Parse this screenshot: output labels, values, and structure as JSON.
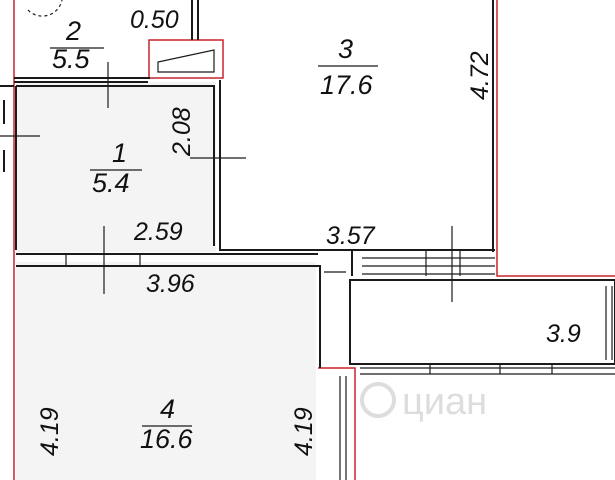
{
  "rooms": [
    {
      "id": "1",
      "area": "5.4"
    },
    {
      "id": "2",
      "area": "5.5"
    },
    {
      "id": "3",
      "area": "17.6"
    },
    {
      "id": "4",
      "area": "16.6"
    }
  ],
  "dimensions": {
    "d050": "0.50",
    "d208": "2.08",
    "d472": "4.72",
    "d259": "2.59",
    "d357": "3.57",
    "d396": "3.96",
    "d39": "3.9",
    "d419_left": "4.19",
    "d419_right": "4.19"
  },
  "watermark": {
    "text": "циан"
  },
  "colors": {
    "wall": "#1a1a1a",
    "outline": "#c8232c",
    "watermark": "#dddddd"
  }
}
